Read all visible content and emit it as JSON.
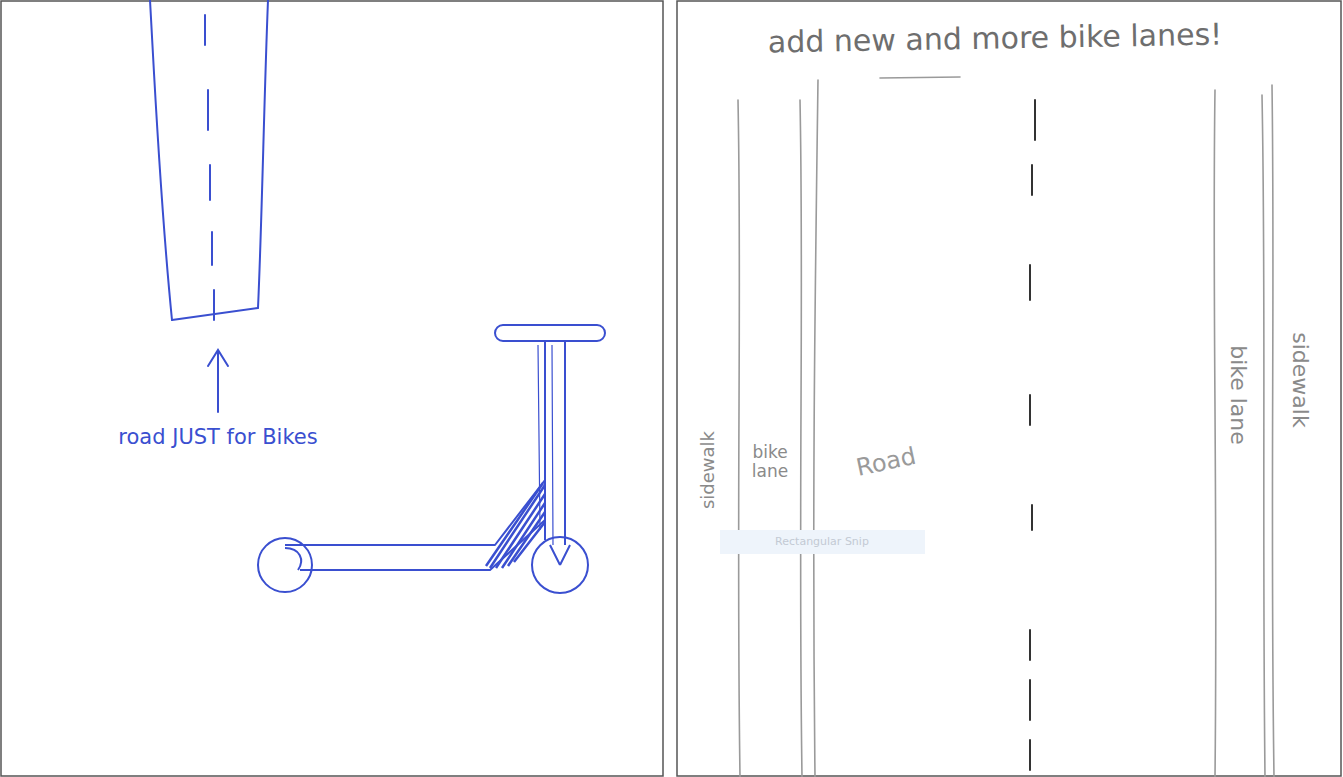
{
  "diagram": {
    "title": "add new and more bike lanes!",
    "labels": [
      "road JUST for Bikes",
      "sidewalk",
      "bike lane",
      "Road",
      "bike lane",
      "sidewalk",
      "Rectangular Snip"
    ]
  }
}
